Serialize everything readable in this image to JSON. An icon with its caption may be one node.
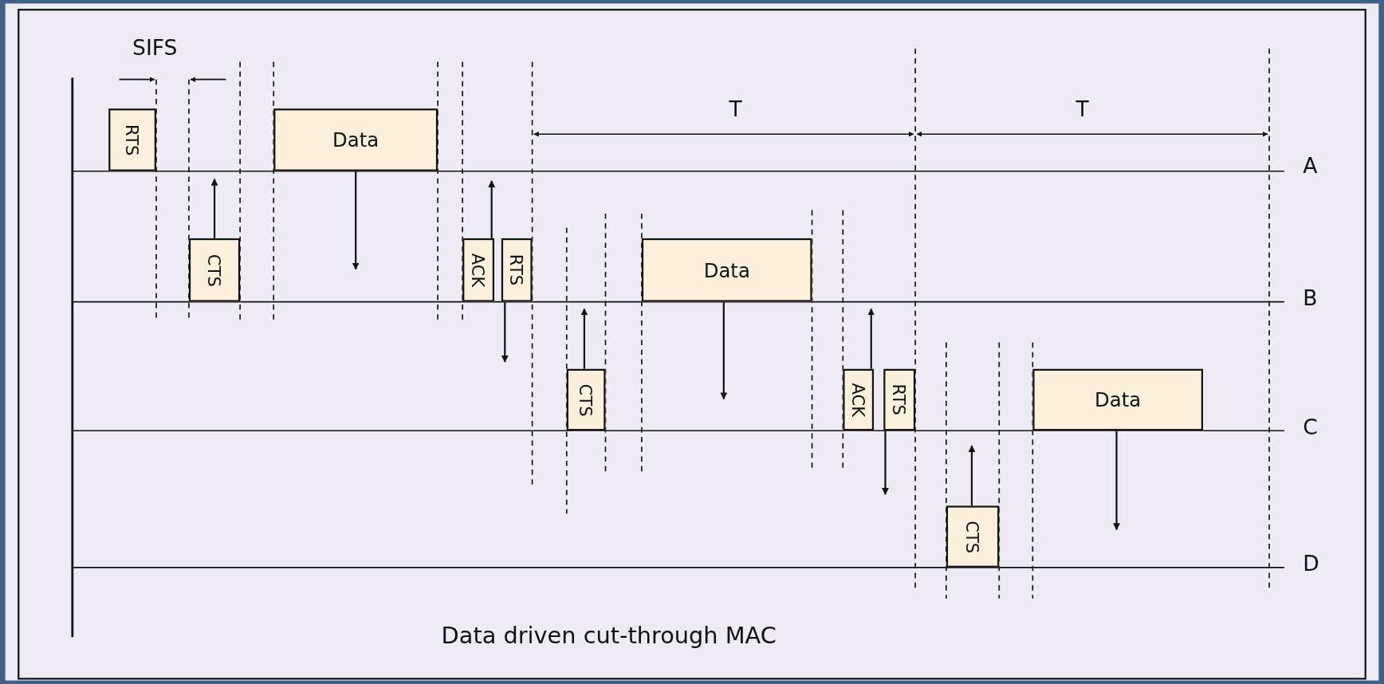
{
  "diagram": {
    "caption": "Data driven cut-through MAC",
    "nodes": [
      {
        "text": [
          "RTS"
        ]
      },
      {
        "text": [
          "Data"
        ]
      },
      {
        "text": [
          "CTS"
        ]
      },
      {
        "text": [
          "ACK"
        ]
      },
      {
        "text": [
          "RTS"
        ]
      },
      {
        "text": [
          "Data"
        ]
      },
      {
        "text": [
          "CTS"
        ]
      },
      {
        "text": [
          "ACK"
        ]
      },
      {
        "text": [
          "RTS"
        ]
      },
      {
        "text": [
          "Data"
        ]
      },
      {
        "text": [
          "CTS"
        ]
      }
    ],
    "edges": [
      {
        "from": 2,
        "to": null,
        "arrow": "to"
      },
      {
        "from": 1,
        "to": null,
        "arrow": "to"
      },
      {
        "from": 3,
        "to": null,
        "arrow": "to"
      },
      {
        "from": 4,
        "to": null,
        "arrow": "to"
      },
      {
        "from": 6,
        "to": null,
        "arrow": "to"
      },
      {
        "from": 5,
        "to": null,
        "arrow": "to"
      },
      {
        "from": 7,
        "to": null,
        "arrow": "to"
      },
      {
        "from": 8,
        "to": null,
        "arrow": "to"
      },
      {
        "from": 10,
        "to": null,
        "arrow": "to"
      },
      {
        "from": 9,
        "to": null,
        "arrow": "to"
      }
    ],
    "labels": [
      "SIFS",
      "T",
      "T",
      "A",
      "B",
      "C",
      "D"
    ]
  }
}
